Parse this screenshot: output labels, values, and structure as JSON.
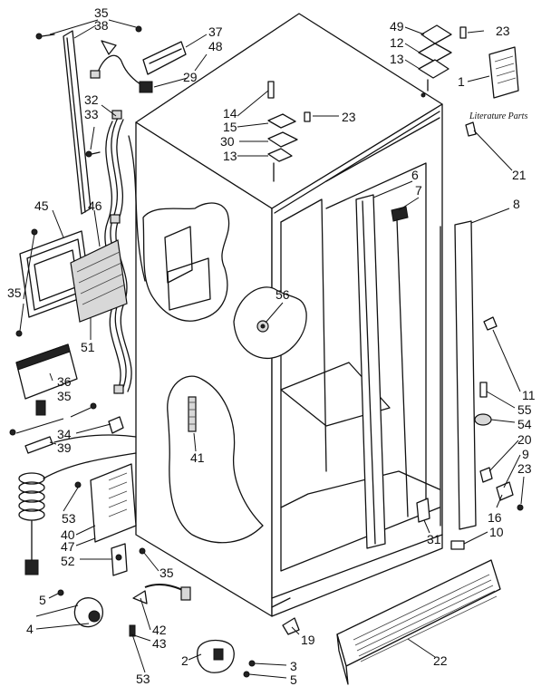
{
  "labels": {
    "p1": "1",
    "p2": "2",
    "p3": "3",
    "p4": "4",
    "p5a": "5",
    "p5b": "5",
    "p6": "6",
    "p7": "7",
    "p8": "8",
    "p9": "9",
    "p10": "10",
    "p11": "11",
    "p12": "12",
    "p13a": "13",
    "p13b": "13",
    "p14": "14",
    "p15": "15",
    "p16": "16",
    "p19": "19",
    "p20": "20",
    "p21": "21",
    "p22": "22",
    "p23a": "23",
    "p23b": "23",
    "p23c": "23",
    "p29": "29",
    "p30": "30",
    "p31": "31",
    "p32": "32",
    "p33": "33",
    "p34": "34",
    "p35a": "35",
    "p35b": "35",
    "p35c": "35",
    "p35d": "35",
    "p36": "36",
    "p37": "37",
    "p38": "38",
    "p39": "39",
    "p40": "40",
    "p41": "41",
    "p42": "42",
    "p43": "43",
    "p45": "45",
    "p46": "46",
    "p47": "47",
    "p48": "48",
    "p49": "49",
    "p51": "51",
    "p52": "52",
    "p53a": "53",
    "p53b": "53",
    "p54": "54",
    "p55": "55",
    "p56": "56"
  },
  "literature_label": "Literature Parts"
}
